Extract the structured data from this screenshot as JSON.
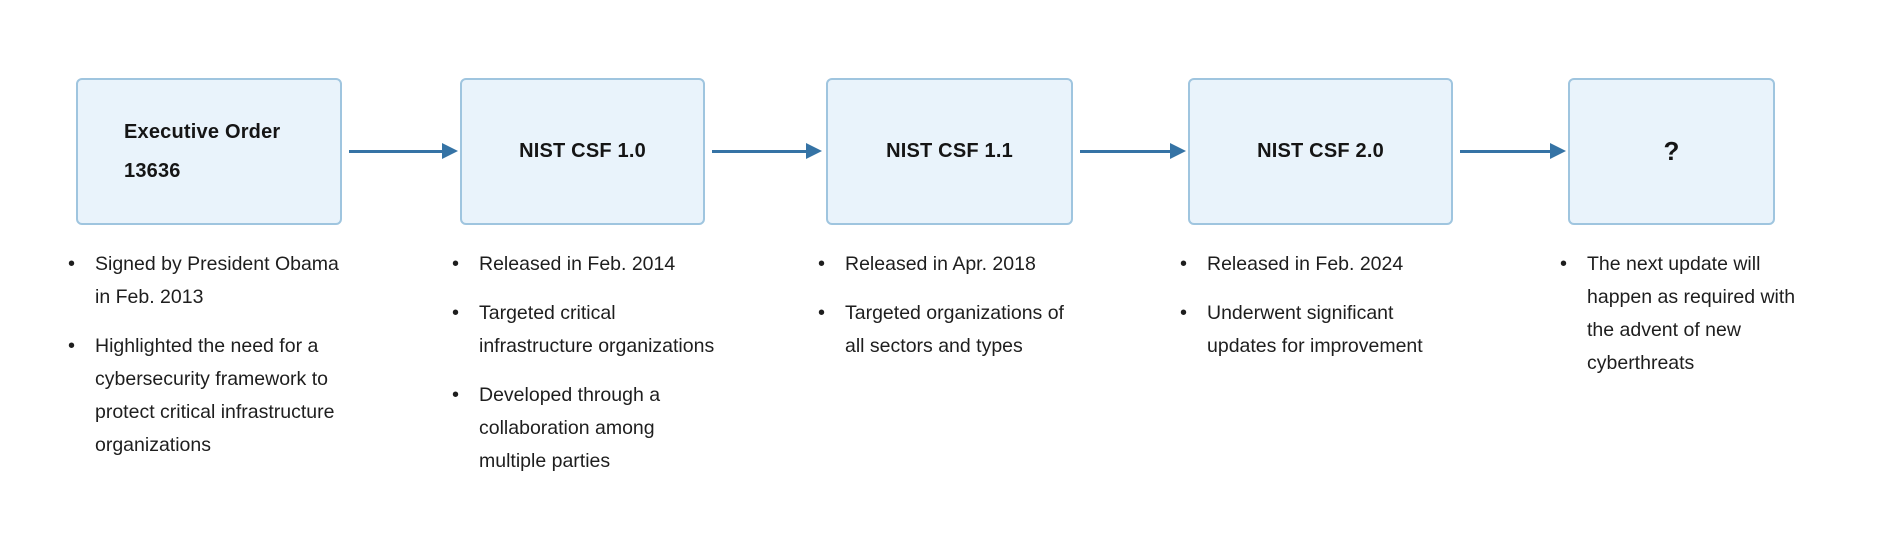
{
  "colors": {
    "box_fill": "#e9f3fb",
    "box_border": "#9fc5df",
    "arrow": "#3573a5",
    "text": "#1e1e1e"
  },
  "timeline": {
    "stages": [
      {
        "title": [
          "Executive Order",
          "13636"
        ],
        "bullets": [
          [
            "Signed by President Obama",
            "in Feb. 2013"
          ],
          [
            "Highlighted the need for a",
            "cybersecurity framework to",
            "protect critical infrastructure",
            "organizations"
          ]
        ]
      },
      {
        "title": "NIST CSF 1.0",
        "bullets": [
          "Released in Feb. 2014",
          [
            "Targeted critical",
            "infrastructure organizations"
          ],
          [
            "Developed through a",
            "collaboration among",
            "multiple parties"
          ]
        ]
      },
      {
        "title": "NIST CSF 1.1",
        "bullets": [
          "Released in Apr. 2018",
          [
            "Targeted organizations of",
            "all sectors and types"
          ]
        ]
      },
      {
        "title": "NIST CSF 2.0",
        "bullets": [
          "Released in Feb. 2024",
          [
            "Underwent significant",
            "updates for improvement"
          ]
        ]
      },
      {
        "title": "?",
        "bullets": [
          [
            "The next update will",
            "happen as required with",
            "the advent of new",
            "cyberthreats"
          ]
        ]
      }
    ]
  }
}
